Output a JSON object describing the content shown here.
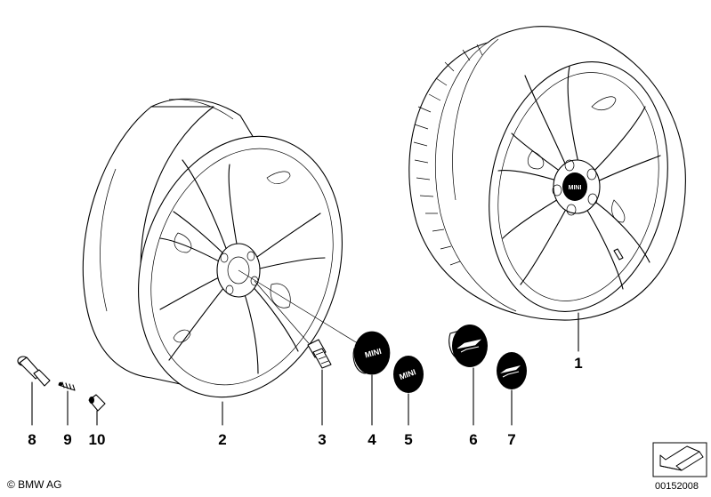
{
  "parts": [
    {
      "number": "1"
    },
    {
      "number": "2"
    },
    {
      "number": "3"
    },
    {
      "number": "4",
      "logo": "MINI"
    },
    {
      "number": "5",
      "logo": "MINI"
    },
    {
      "number": "6"
    },
    {
      "number": "7"
    },
    {
      "number": "8"
    },
    {
      "number": "9"
    },
    {
      "number": "10"
    }
  ],
  "footer": {
    "copyright": "© BMW AG",
    "doc_number": "00152008"
  },
  "icons": [
    "arrow-icon"
  ],
  "colors": {
    "line": "#000000",
    "background": "#ffffff",
    "cap": "#000000"
  }
}
